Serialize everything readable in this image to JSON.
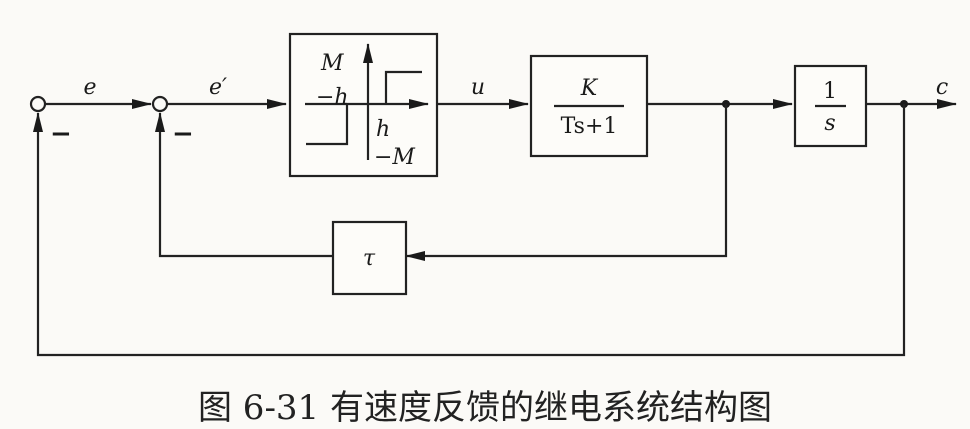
{
  "signals": {
    "e": "e",
    "e_prime": "e′",
    "u": "u",
    "c": "c"
  },
  "signs": {
    "outer_minus": "−",
    "inner_minus": "−"
  },
  "relay": {
    "M": "M",
    "neg_h": "−h",
    "h": "h",
    "neg_M": "−M"
  },
  "plant": {
    "numerator": "K",
    "denominator": "Ts+1"
  },
  "integrator": {
    "numerator": "1",
    "denominator": "s"
  },
  "feedback": {
    "gain": "τ"
  },
  "caption": "图 6-31  有速度反馈的继电系统结构图"
}
